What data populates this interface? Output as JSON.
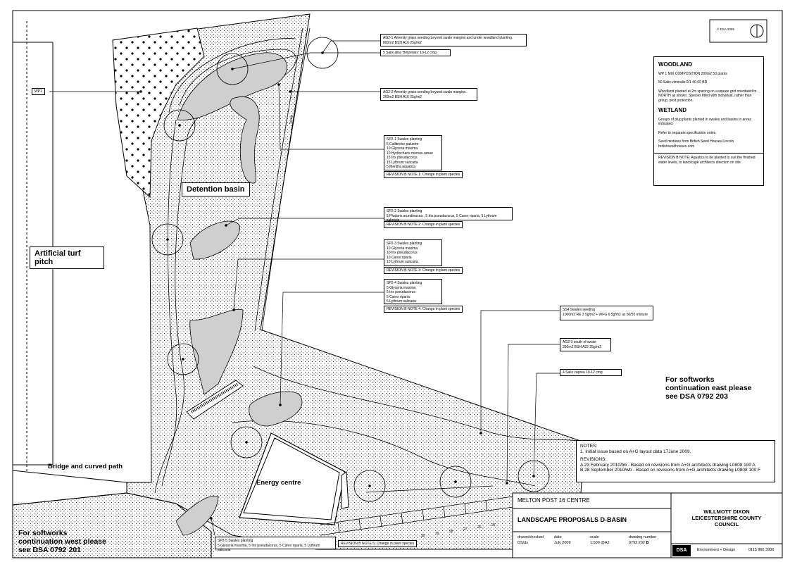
{
  "copyright": "© DSA 2009",
  "labels": {
    "detention_basin": "Detention basin",
    "artificial_turf": "Artificial turf pitch",
    "bridge_path": "Bridge and curved path",
    "energy_centre": "Energy centre",
    "wp1": "WP1",
    "swale": "Swale",
    "softworks_east": "For softworks\ncontinuation east please\nsee DSA 0792 203",
    "softworks_west": "For softworks\ncontinuation west please\nsee DSA 0792 201"
  },
  "callouts": {
    "ag2_1": "AG2-1  Amenity grass seeding beyond swale margins and under woodland planting.\n800m2  BSH A16   25g/m2",
    "salix_alba": "5 Salix alba 'Britzensis' 10-12 cmg",
    "ag2_2": "AG2-2  Amenity grass seeding beyond swale margins.\n200m2  BSH A16   25g/m2",
    "sp2_1": "SP2-1  Swales planting\n5   Callitriche palustre\n10  Glyceria maxima\n10  Hydrocharis morsus-ranae\n15  Iris pseudacorus\n15  Lythrum salicaria\n5   Mentha aquatica",
    "sp2_1_rev": "REVISION B NOTE 1:  Change in plant species",
    "sp2_2": "SP2-2  Swales planting\n5  Phalaris arundinacea , 5 Iris pseudacorus, 5 Carex riparia, 5 Lythrum salicaria",
    "sp2_2_rev": "REVISION B NOTE 2:  Change in plant species",
    "sp2_3": "SP2-3  Swales planting\n10  Glyceria maxima\n10  Iris pseudacorus\n10  Carex riparia\n10  Lythrum salicaria",
    "sp2_3_rev": "REVISION B NOTE 3:  Change in plant species",
    "sp2_4": "SP2-4  Swales planting\n5   Glyceria maxima\n5   Iris pseudacorus\n5   Carex riparia\n5   Lythrum salicaria",
    "sp2_4_rev": "REVISION B NOTE 4:  Change in plant species",
    "ss4": "SS4  Swales seeding\n1000m2  RE 3  5g/m2 + WFG 6 5g/m2 as 50/50 mixture",
    "ag2_3": "AG2-3 south of swale\n350m2   BSH A22 25g/m2",
    "salix_caprea": "4 Salix caprea 10-12 cmg",
    "sp2_5": "SP2-5  Swales planting\n5 Glyceria maxima, 5 Iris pseudacorus, 5 Carex riparia, 5 Lythrum salicaria",
    "sp2_5_rev": "REVISION B NOTE 5:  Change in plant species"
  },
  "legend": {
    "woodland_title": "WOODLAND",
    "woodland_mix": "WP 1  MIX COMPOSITION 200m2  50 plants",
    "woodland_plants": "50  Salix viminalis          0/1   40-60 BR",
    "woodland_text": "Woodland planted at 2m spacing on a square grid orientated to NORTH as shown.  Species fitted with individual, rather than group, pest protection.",
    "wetland_title": "WETLAND",
    "wetland_text1": "Groups of plug plants planted in swales and basins in areas indicated.",
    "wetland_text2": "Refer to separate specification notes.",
    "wetland_text3": "Seed mixtures from British Seed Houses Lincoln\nbritishseedhouses.com",
    "revision_note": "REVISION B NOTE:  Aquatics to be planted to suit the finished water levels, to landscape architects direction on site."
  },
  "notes": {
    "heading": "NOTES:",
    "note1": "1.   Initial issue based on A+G layout data 17June 2009.",
    "revisions_heading": "REVISIONS:",
    "rev_a": "A  23 February 2010/bb  -  Based on revisions from A+G architects drawing L0808 100 A",
    "rev_b": "B  28 September 2010/wb  -  Based on revisions from A+G architects drawing L0808 100 F"
  },
  "title_block": {
    "project": "MELTON POST 16 CENTRE",
    "drawing_title": "LANDSCAPE PROPOSALS D-BASIN",
    "drawn_label": "drawn/checked",
    "drawn_value": "DS/ds",
    "date_label": "date",
    "date_value": "July 2009",
    "scale_label": "scale",
    "scale_value": "1:500 @A2",
    "number_label": "drawing number",
    "number_value": "0792 202",
    "revision": "B",
    "client": "WILLMOTT DIXON\nLEICESTERSHIRE COUNTY\nCOUNCIL",
    "firm_logo": "DSA",
    "firm_text": "Environment + Design",
    "phone": "0115 966 3936"
  },
  "parking_numbers": [
    "30",
    "29",
    "28",
    "27",
    "26",
    "25"
  ]
}
